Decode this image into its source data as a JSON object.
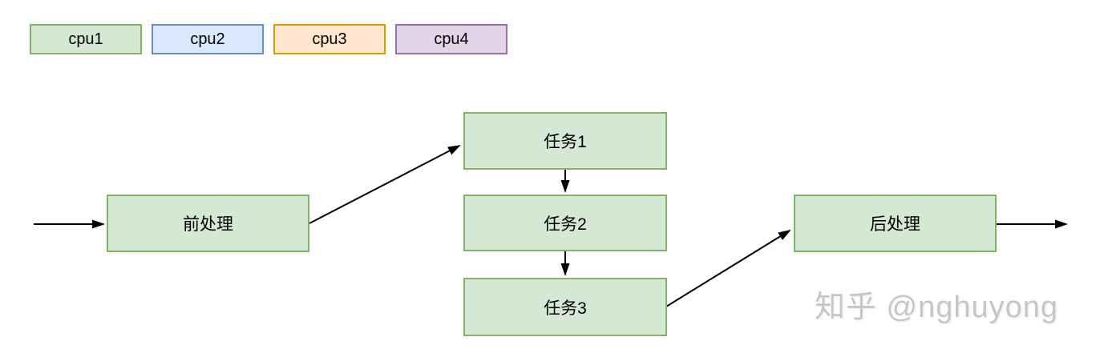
{
  "legend": {
    "items": [
      {
        "label": "cpu1",
        "fill": "#d5e8d4",
        "border": "#82b366"
      },
      {
        "label": "cpu2",
        "fill": "#dae8fc",
        "border": "#6c8ebf"
      },
      {
        "label": "cpu3",
        "fill": "#ffe6cc",
        "border": "#d79b00"
      },
      {
        "label": "cpu4",
        "fill": "#e1d5e7",
        "border": "#9673a6"
      }
    ]
  },
  "diagram": {
    "type": "flowchart",
    "node_style": {
      "fill": "#d5e8d4",
      "border": "#82b366"
    },
    "arrow_color": "#000000",
    "nodes": [
      {
        "id": "pre",
        "label": "前处理"
      },
      {
        "id": "task1",
        "label": "任务1"
      },
      {
        "id": "task2",
        "label": "任务2"
      },
      {
        "id": "task3",
        "label": "任务3"
      },
      {
        "id": "post",
        "label": "后处理"
      }
    ],
    "edges": [
      {
        "from": "input",
        "to": "pre"
      },
      {
        "from": "pre",
        "to": "task1"
      },
      {
        "from": "task1",
        "to": "task2"
      },
      {
        "from": "task2",
        "to": "task3"
      },
      {
        "from": "task3",
        "to": "post"
      },
      {
        "from": "post",
        "to": "output"
      }
    ]
  },
  "watermark": {
    "text": "知乎 @nghuyong",
    "color": "#c6c6c6"
  }
}
